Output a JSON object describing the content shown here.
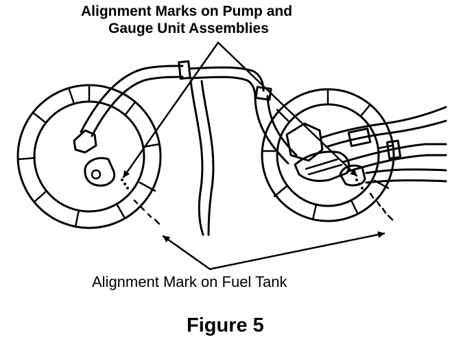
{
  "callouts": {
    "assemblies_line1": "Alignment Marks on Pump and",
    "assemblies_line2": "Gauge Unit Assemblies",
    "fuel_tank": "Alignment Mark on Fuel Tank"
  },
  "caption": "Figure 5"
}
